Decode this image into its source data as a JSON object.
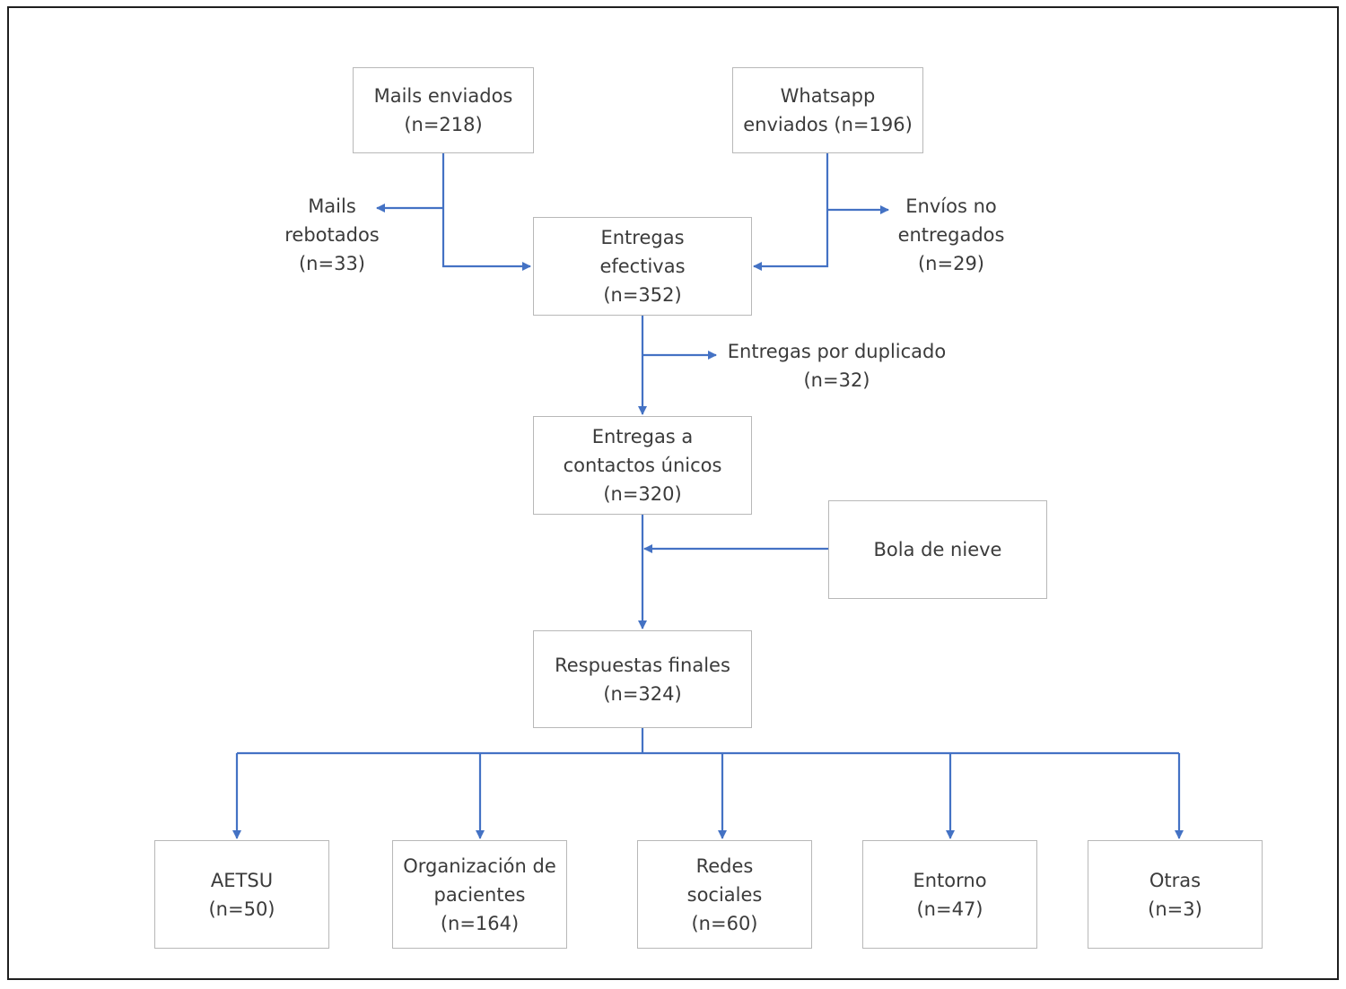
{
  "colors": {
    "arrow": "#4472c4",
    "box_border": "#b8b8b8",
    "text": "#3b3b3b",
    "frame": "#1f1f1f"
  },
  "nodes": {
    "mails_enviados": [
      "Mails enviados",
      "(n=218)"
    ],
    "whatsapp_enviados": [
      "Whatsapp",
      "enviados (n=196)"
    ],
    "entregas_efectivas": [
      "Entregas",
      "efectivas",
      "(n=352)"
    ],
    "entregas_contactos_unicos": [
      "Entregas a",
      "contactos únicos",
      "(n=320)"
    ],
    "bola_de_nieve": [
      "Bola de nieve"
    ],
    "respuestas_finales": [
      "Respuestas finales",
      "(n=324)"
    ],
    "aetsu": [
      "AETSU",
      "(n=50)"
    ],
    "organizacion_pacientes": [
      "Organización de",
      "pacientes",
      "(n=164)"
    ],
    "redes_sociales": [
      "Redes",
      "sociales",
      "(n=60)"
    ],
    "entorno": [
      "Entorno",
      "(n=47)"
    ],
    "otras": [
      "Otras",
      "(n=3)"
    ]
  },
  "side_labels": {
    "mails_rebotados": [
      "Mails",
      "rebotados",
      "(n=33)"
    ],
    "envios_no_entregados": [
      "Envíos no",
      "entregados",
      "(n=29)"
    ],
    "entregas_duplicado": [
      "Entregas por duplicado",
      "(n=32)"
    ]
  }
}
